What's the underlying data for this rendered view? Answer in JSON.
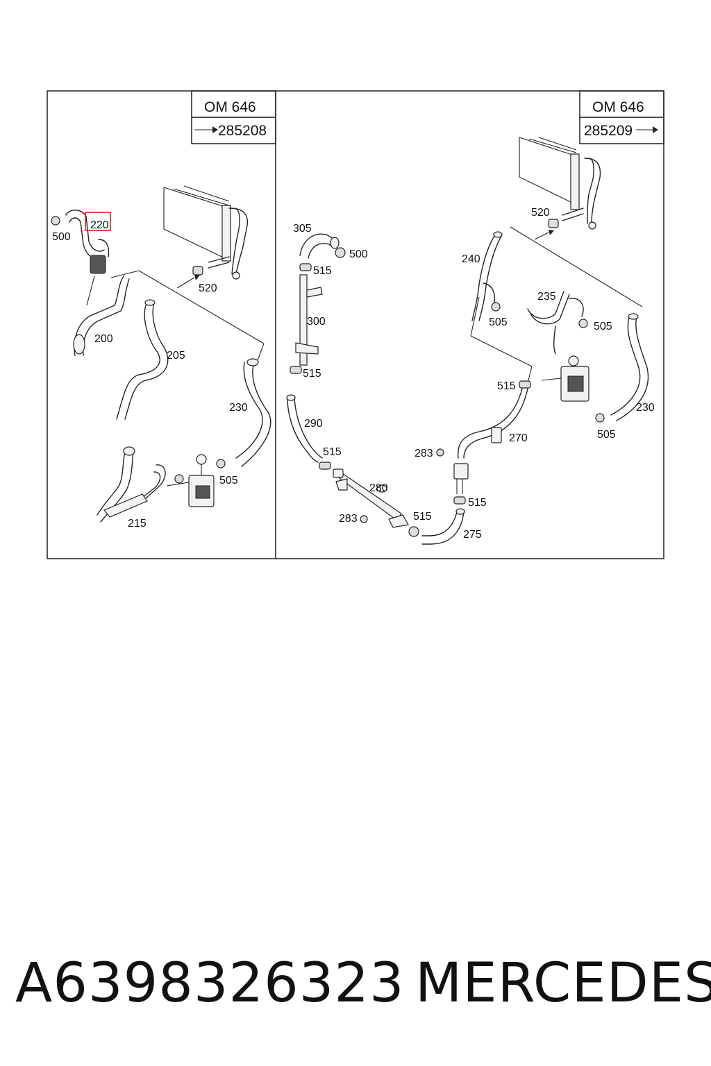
{
  "left_panel": {
    "engine": "OM 646",
    "reference": "285208",
    "labels": [
      "500",
      "220",
      "520",
      "200",
      "205",
      "230",
      "505",
      "215"
    ],
    "highlighted": "220"
  },
  "right_panel": {
    "engine": "OM 646",
    "reference": "285209",
    "labels": [
      "305",
      "500",
      "515",
      "300",
      "515",
      "290",
      "515",
      "280",
      "283",
      "515",
      "520",
      "240",
      "505",
      "235",
      "505",
      "515",
      "230",
      "505",
      "270",
      "283",
      "515",
      "275"
    ]
  },
  "footer": {
    "part_number": "A6398326323",
    "brand": "MERCEDES"
  },
  "colors": {
    "highlight": "#d21f1f",
    "line": "#222222"
  }
}
